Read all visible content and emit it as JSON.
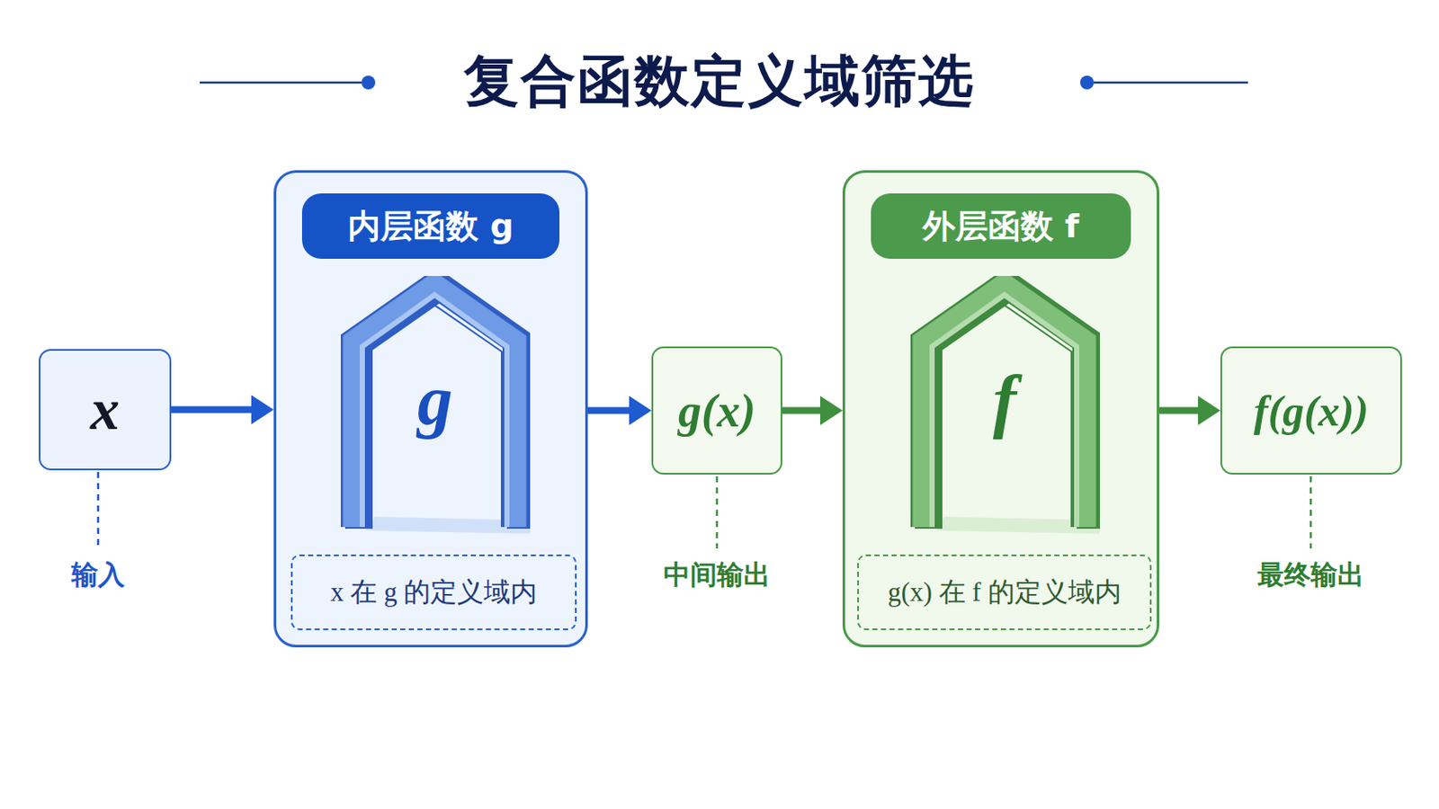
{
  "diagram": {
    "title": "复合函数定义域筛选",
    "nodes": [
      {
        "text": [
          "x"
        ]
      },
      {
        "text": [
          "内层函数 g"
        ]
      },
      {
        "text": [
          "g"
        ],
        "in": 1
      },
      {
        "text": [
          "x 在 g 的定义域内"
        ],
        "in": 1
      },
      {
        "text": [
          "g(x)"
        ]
      },
      {
        "text": [
          "外层函数 f"
        ]
      },
      {
        "text": [
          "f"
        ],
        "in": 5
      },
      {
        "text": [
          "g(x) 在 f 的定义域内"
        ],
        "in": 5
      },
      {
        "text": [
          "f(g(x))"
        ]
      }
    ],
    "edges": [
      {
        "from": 0,
        "to": 1,
        "arrow": "to"
      },
      {
        "from": 1,
        "to": 4,
        "arrow": "to"
      },
      {
        "from": 4,
        "to": 5,
        "arrow": "to"
      },
      {
        "from": 5,
        "to": 8,
        "arrow": "to"
      }
    ],
    "labels": [
      "输入",
      "中间输出",
      "最终输出"
    ]
  }
}
